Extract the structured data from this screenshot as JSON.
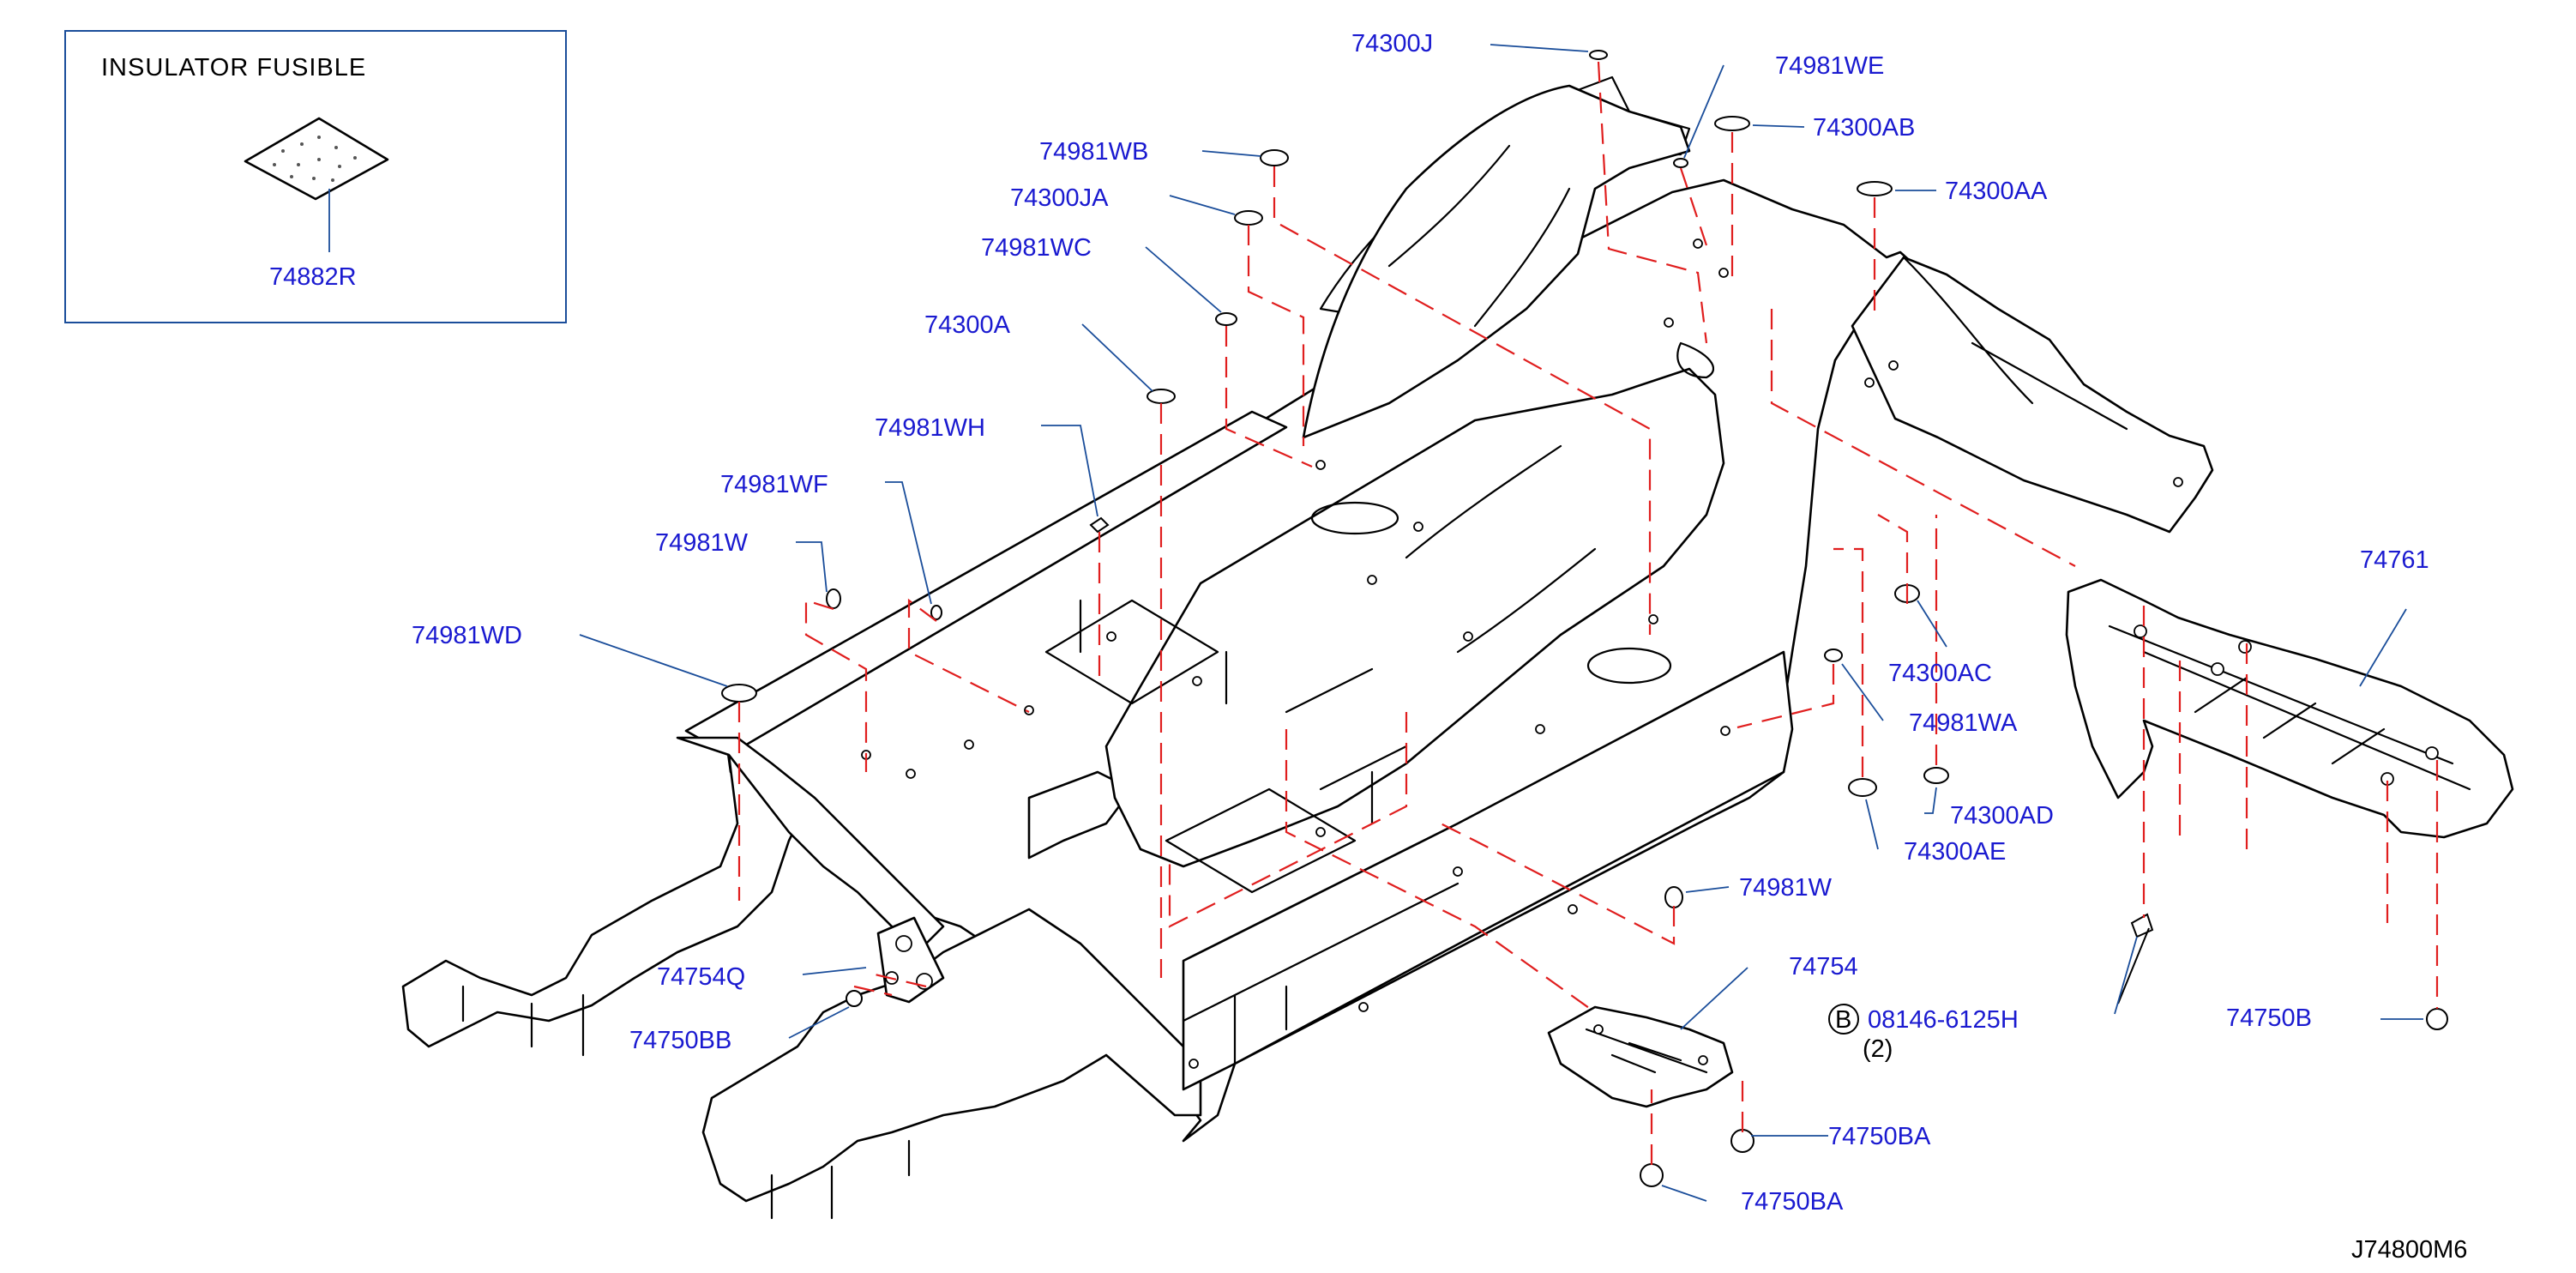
{
  "inset": {
    "title": "INSULATOR   FUSIBLE",
    "part": "74882R"
  },
  "callouts": {
    "p74300J": "74300J",
    "p74981WE": "74981WE",
    "p74300AB": "74300AB",
    "p74300AA": "74300AA",
    "p74981WB": "74981WB",
    "p74300JA": "74300JA",
    "p74981WC": "74981WC",
    "p74300A": "74300A",
    "p74981WH": "74981WH",
    "p74981WF": "74981WF",
    "p74981W_left": "74981W",
    "p74981WD": "74981WD",
    "p74761": "74761",
    "p74300AC": "74300AC",
    "p74981WA": "74981WA",
    "p74300AD": "74300AD",
    "p74300AE": "74300AE",
    "p74981W_right": "74981W",
    "p74754": "74754",
    "p74754Q": "74754Q",
    "p74750BB": "74750BB",
    "p08146_6125H": "08146-6125H",
    "bolt_prefix": "B",
    "bolt_qty": "(2)",
    "p74750B": "74750B",
    "p74750BA_top": "74750BA",
    "p74750BA_bottom": "74750BA"
  },
  "diagram_code": "J74800M6",
  "colors": {
    "callout_text": "#1a1ad0",
    "leader_line": "#1a4d9a",
    "phantom_line": "#e01e1e",
    "outline": "#000000"
  }
}
